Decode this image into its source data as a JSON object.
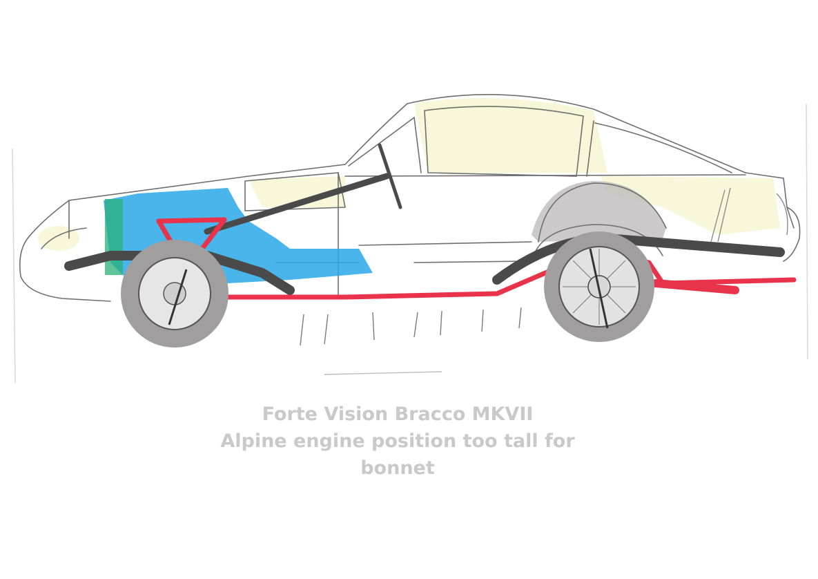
{
  "caption": {
    "line1": "Forte Vision Bracco MKVII",
    "line2": "Alpine engine position too tall for",
    "line3": "bonnet"
  },
  "colors": {
    "background": "#ffffff",
    "pencil": "#6e6e6e",
    "engine": "#29a8e6",
    "chassis": "#e8334a",
    "frame": "#4a4a4a",
    "tyre": "#9a9898",
    "glass_tint": "#f2f0c8",
    "caption": "#c9c9c9"
  }
}
